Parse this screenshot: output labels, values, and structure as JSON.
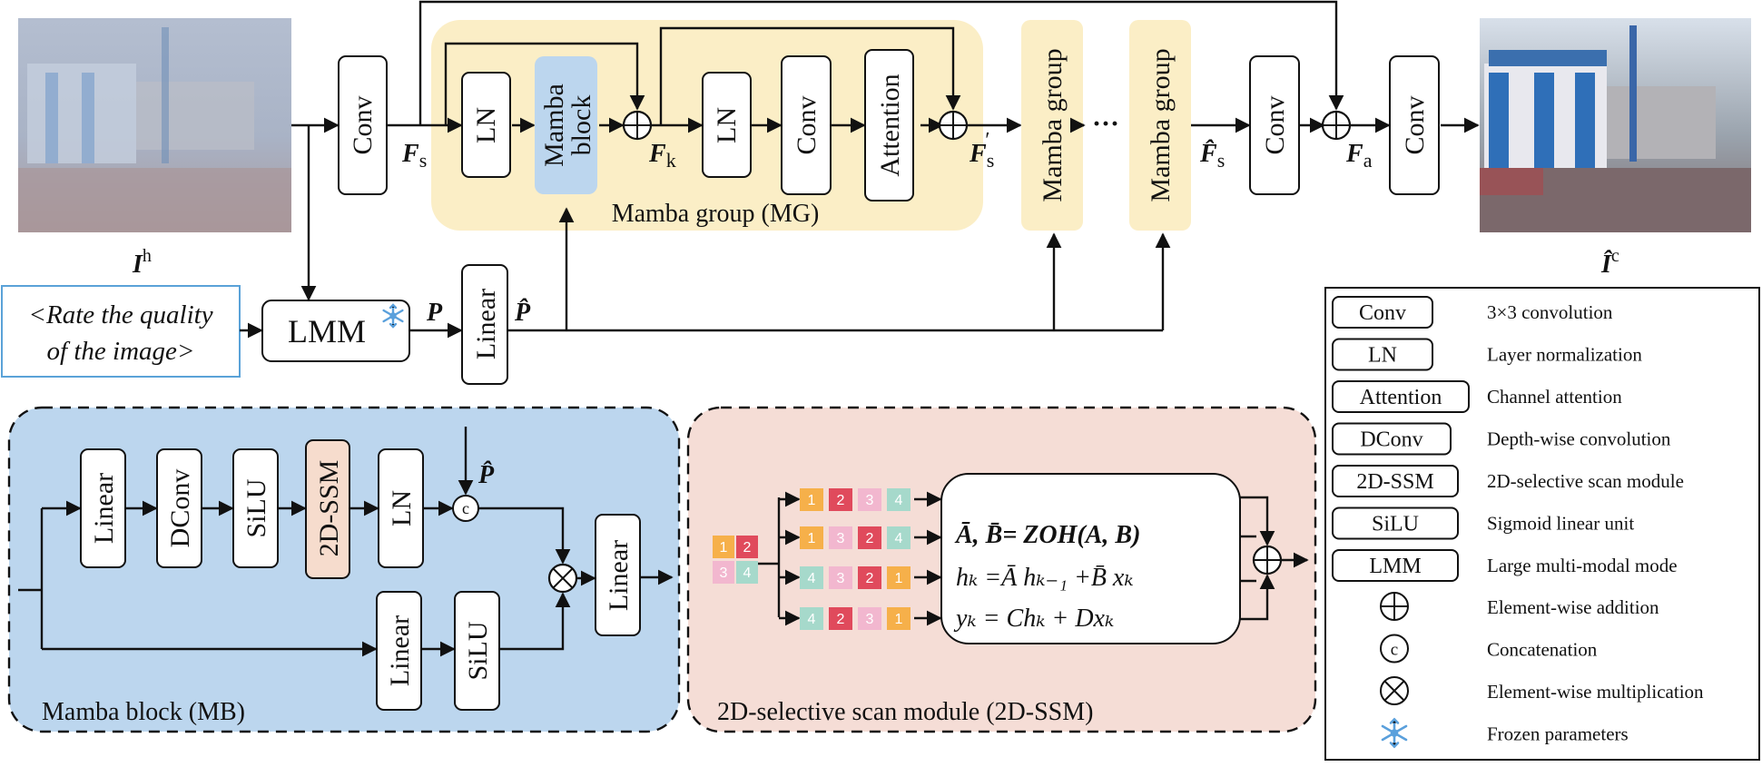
{
  "colors": {
    "mamba_group_bg": "#fbeec6",
    "mamba_block_bg": "#bcd6ee",
    "mb_panel_bg": "#bcd6ee",
    "ssm_panel_bg": "#f5ddd6",
    "ssm_box": "#f6dccd",
    "prompt_border": "#5aa2d8",
    "snowflake": "#5aa0dc",
    "token_1": "#f6b04a",
    "token_2": "#e04a5c",
    "token_3": "#f2b7cf",
    "token_4": "#a6d9cb"
  },
  "top": {
    "input_label": "I",
    "input_label_sup": "h",
    "output_label": "Î",
    "output_label_sup": "c",
    "conv1": "Conv",
    "fs": "F",
    "fs_sub": "s",
    "ln1": "LN",
    "mamba_block_l1": "Mamba",
    "mamba_block_l2": "block",
    "fk": "F",
    "fk_sub": "k",
    "ln2": "LN",
    "conv2": "Conv",
    "attention": "Attention",
    "fs_prime": "F",
    "fs_prime_sub": "s",
    "fs_prime_mark": "′",
    "mg_caption": "Mamba group (MG)",
    "mg1": "Mamba group",
    "dots": "···",
    "mg2": "Mamba group",
    "fs_hat": "F̂",
    "fs_hat_sub": "s",
    "conv3": "Conv",
    "fa": "F",
    "fa_sub": "a",
    "conv4": "Conv",
    "prompt_l1": "<Rate the quality",
    "prompt_l2": "of the image>",
    "lmm": "LMM",
    "p": "P",
    "linear": "Linear",
    "p_hat": "P̂"
  },
  "mb": {
    "linear1": "Linear",
    "dconv": "DConv",
    "silu1": "SiLU",
    "ssm": "2D-SSM",
    "ln": "LN",
    "concat": "c",
    "p_hat": "P̂",
    "linear_out": "Linear",
    "linear2": "Linear",
    "silu2": "SiLU",
    "caption": "Mamba block (MB)"
  },
  "ssm": {
    "input_grid": [
      "1",
      "2",
      "3",
      "4"
    ],
    "scans": [
      [
        "1",
        "2",
        "3",
        "4"
      ],
      [
        "1",
        "3",
        "2",
        "4"
      ],
      [
        "4",
        "3",
        "2",
        "1"
      ],
      [
        "4",
        "2",
        "3",
        "1"
      ]
    ],
    "eq1": "Ā, B̄= ZOH(A, B)",
    "eq2": "hₖ =Ā hₖ₋₁ +B̄ xₖ",
    "eq3": "yₖ = Chₖ + Dxₖ",
    "caption": "2D-selective scan module (2D-SSM)"
  },
  "legend": {
    "items": [
      {
        "key": "Conv",
        "desc": "3×3 convolution"
      },
      {
        "key": "LN",
        "desc": "Layer normalization"
      },
      {
        "key": "Attention",
        "desc": "Channel attention"
      },
      {
        "key": "DConv",
        "desc": "Depth-wise convolution"
      },
      {
        "key": "2D-SSM",
        "desc": "2D-selective scan module"
      },
      {
        "key": "SiLU",
        "desc": "Sigmoid linear unit"
      },
      {
        "key": "LMM",
        "desc": "Large multi-modal mode"
      }
    ],
    "symbols": [
      {
        "icon": "plus-circle-icon",
        "desc": "Element-wise addition"
      },
      {
        "icon": "concat-circle-icon",
        "glyph": "c",
        "desc": "Concatenation"
      },
      {
        "icon": "times-circle-icon",
        "desc": "Element-wise multiplication"
      },
      {
        "icon": "snowflake-icon",
        "desc": "Frozen parameters"
      }
    ]
  }
}
